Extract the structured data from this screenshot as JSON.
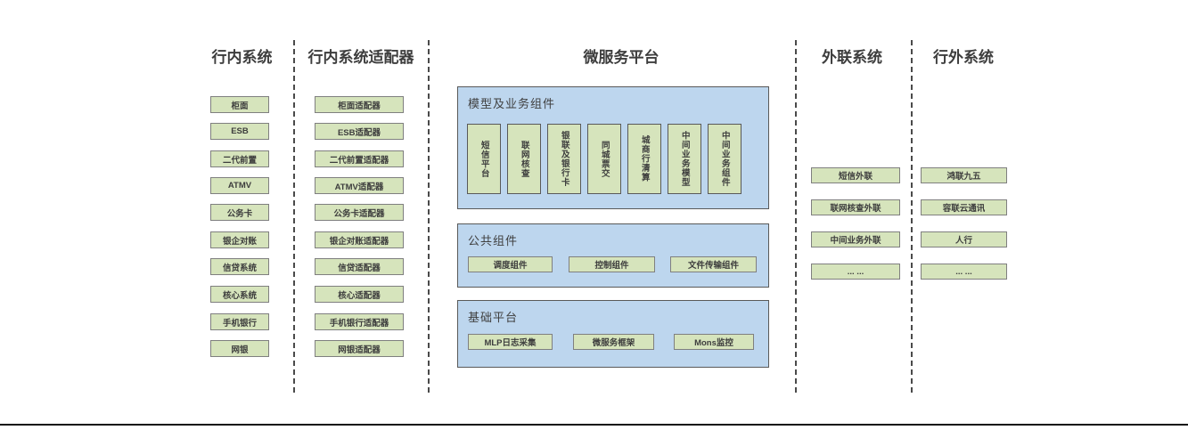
{
  "diagram": {
    "columns": {
      "internal": {
        "title": "行内系统",
        "items": [
          "柜面",
          "ESB",
          "二代前置",
          "ATMV",
          "公务卡",
          "银企对账",
          "信贷系统",
          "核心系统",
          "手机银行",
          "网银"
        ]
      },
      "adapters": {
        "title": "行内系统适配器",
        "items": [
          "柜面适配器",
          "ESB适配器",
          "二代前置适配器",
          "ATMV适配器",
          "公务卡适配器",
          "银企对账适配器",
          "信贷适配器",
          "核心适配器",
          "手机银行适配器",
          "网银适配器"
        ]
      },
      "microservice": {
        "title": "微服务平台",
        "groups": {
          "model": {
            "title": "模型及业务组件",
            "items": [
              "短信平台",
              "联网核查",
              "银联及银行卡",
              "同城票交",
              "城商行清算",
              "中间业务模型",
              "中间业务组件"
            ]
          },
          "common": {
            "title": "公共组件",
            "items": [
              "调度组件",
              "控制组件",
              "文件传输组件"
            ]
          },
          "base": {
            "title": "基础平台",
            "items": [
              "MLP日志采集",
              "微服务框架",
              "Mons监控"
            ]
          }
        }
      },
      "outreach": {
        "title": "外联系统",
        "items": [
          "短信外联",
          "联网核查外联",
          "中间业务外联",
          "... ..."
        ]
      },
      "external": {
        "title": "行外系统",
        "items": [
          "鸿联九五",
          "容联云通讯",
          "人行",
          "... ..."
        ]
      }
    },
    "colors": {
      "box_green": "#d6e4bc",
      "panel_blue": "#bdd6ee",
      "box_border": "#7f7f7f",
      "panel_border": "#595959",
      "text": "#3d3d3d",
      "divider": "#4a4a4a",
      "baseline": "#111111"
    }
  }
}
